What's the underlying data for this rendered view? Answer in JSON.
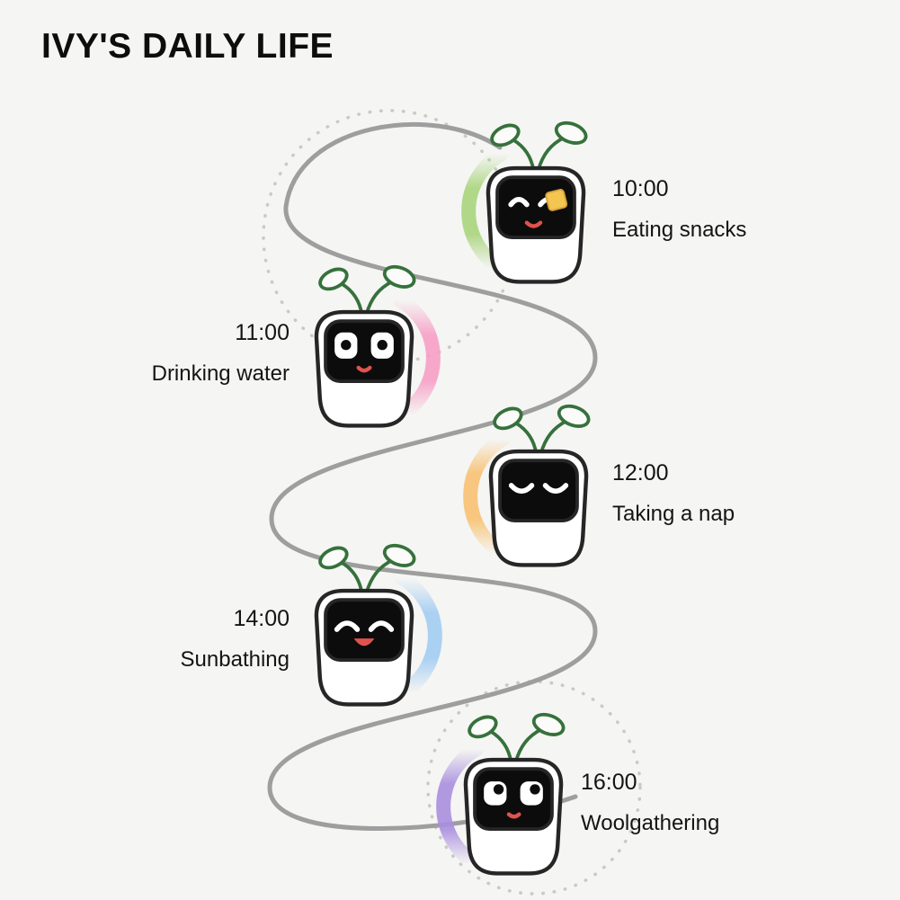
{
  "page": {
    "title": "IVY'S DAILY LIFE"
  },
  "timeline": {
    "items": [
      {
        "time": "10:00",
        "activity": "Eating snacks",
        "side": "right",
        "accent": "#a8d57c",
        "face": "wink-with-snack"
      },
      {
        "time": "11:00",
        "activity": "Drinking water",
        "side": "left",
        "accent": "#f79fc6",
        "face": "wide-eyes"
      },
      {
        "time": "12:00",
        "activity": "Taking a nap",
        "side": "right",
        "accent": "#f8c172",
        "face": "sleeping-eyes"
      },
      {
        "time": "14:00",
        "activity": "Sunbathing",
        "side": "left",
        "accent": "#a3cdf2",
        "face": "happy-smile"
      },
      {
        "time": "16:00",
        "activity": "Woolgathering",
        "side": "right",
        "accent": "#a98fde",
        "face": "daydreaming-eyes"
      }
    ]
  },
  "decor": {
    "wave_color": "#9e9e9e",
    "dot_color": "#c9c9c5",
    "background": "#f5f5f3"
  }
}
